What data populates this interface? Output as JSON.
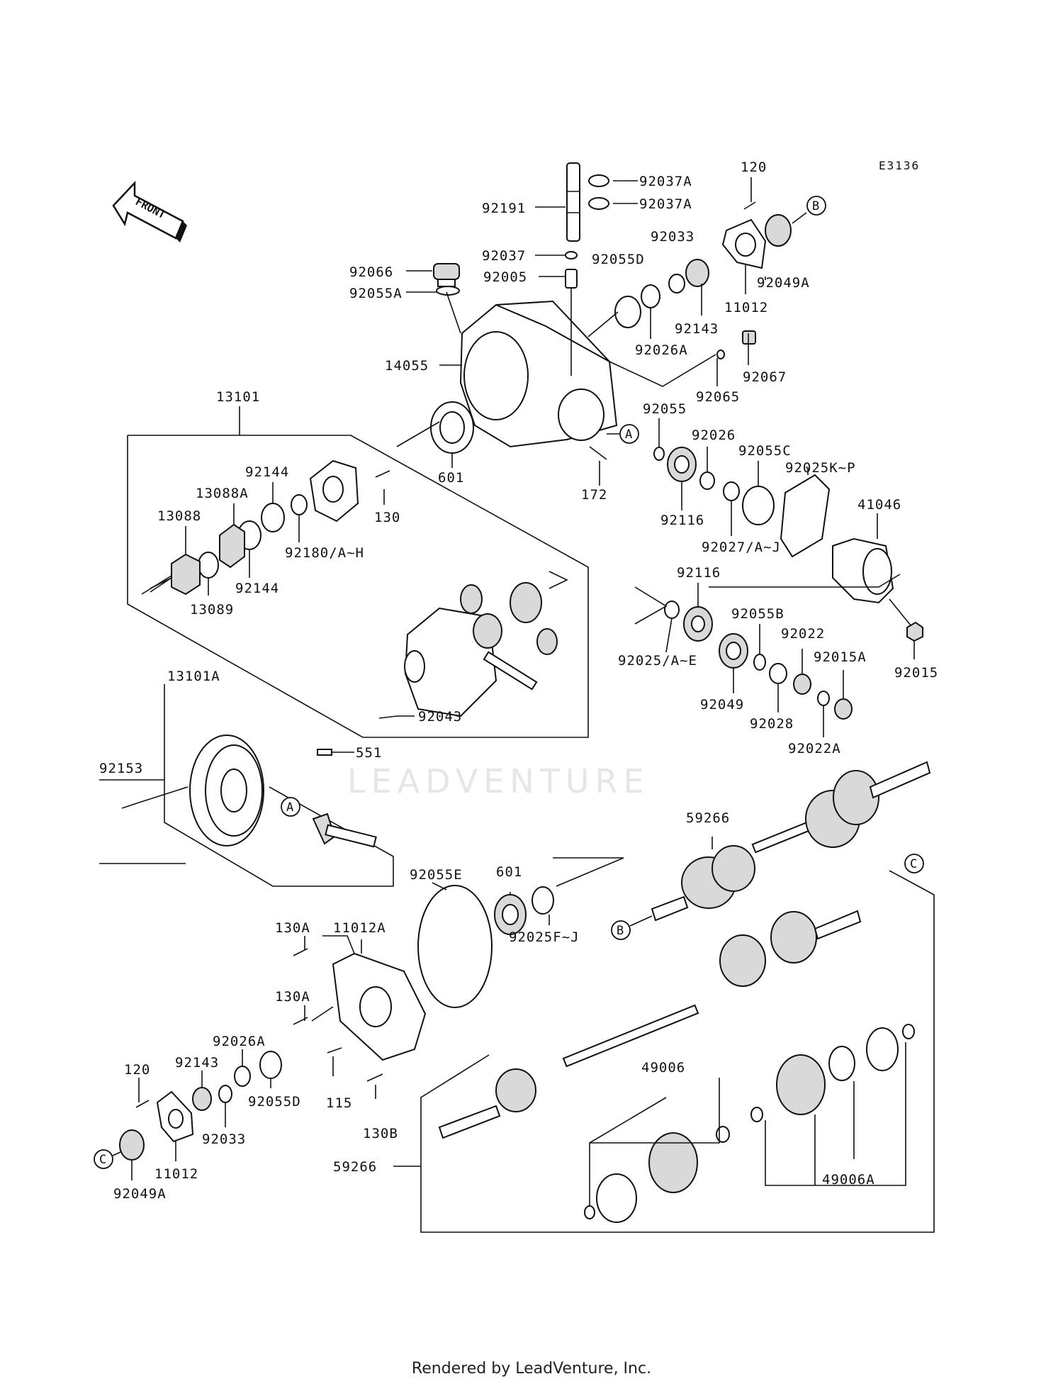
{
  "diagram_code": "E3136",
  "front_label": "FRONT",
  "watermark": "LEADVENTURE",
  "footer": "Rendered by LeadVenture, Inc.",
  "callouts": [
    "A",
    "B",
    "C"
  ],
  "labels": {
    "p92037A_1": "92037A",
    "p92037A_2": "92037A",
    "p120_top": "120",
    "p92191": "92191",
    "p92033_top": "92033",
    "p92037": "92037",
    "p92055D_top": "92055D",
    "p92066": "92066",
    "p92005": "92005",
    "p92049A_top": "92049A",
    "p92055A": "92055A",
    "p11012_top": "11012",
    "p92143_top": "92143",
    "p92026A_top": "92026A",
    "p14055": "14055",
    "p92067": "92067",
    "p92065": "92065",
    "p13101": "13101",
    "p92055": "92055",
    "p92026": "92026",
    "p92055C": "92055C",
    "p92025KP": "92025K~P",
    "p601_top": "601",
    "p92144_a": "92144",
    "p172": "172",
    "p13088A": "13088A",
    "p41046": "41046",
    "p92116_a": "92116",
    "p13088": "13088",
    "p130": "130",
    "p92180": "92180/A~H",
    "p92027": "92027/A~J",
    "p92144_b": "92144",
    "p92116_b": "92116",
    "p13089": "13089",
    "p92055B": "92055B",
    "p92022": "92022",
    "p92015A": "92015A",
    "p92025AE": "92025/A~E",
    "p92015": "92015",
    "p13101A": "13101A",
    "p92049": "92049",
    "p92043": "92043",
    "p92028": "92028",
    "p92022A": "92022A",
    "p551": "551",
    "p92153": "92153",
    "p59266_a": "59266",
    "p92055E": "92055E",
    "p601_bot": "601",
    "p130A_a": "130A",
    "p11012A": "11012A",
    "p92025FJ": "92025F~J",
    "p130A_b": "130A",
    "p92026A_bot": "92026A",
    "p92143_bot": "92143",
    "p120_bot": "120",
    "p49006": "49006",
    "p115": "115",
    "p92055D_bot": "92055D",
    "p130B": "130B",
    "p92033_bot": "92033",
    "p59266_b": "59266",
    "p49006A": "49006A",
    "p11012_bot": "11012",
    "p92049A_bot": "92049A"
  }
}
